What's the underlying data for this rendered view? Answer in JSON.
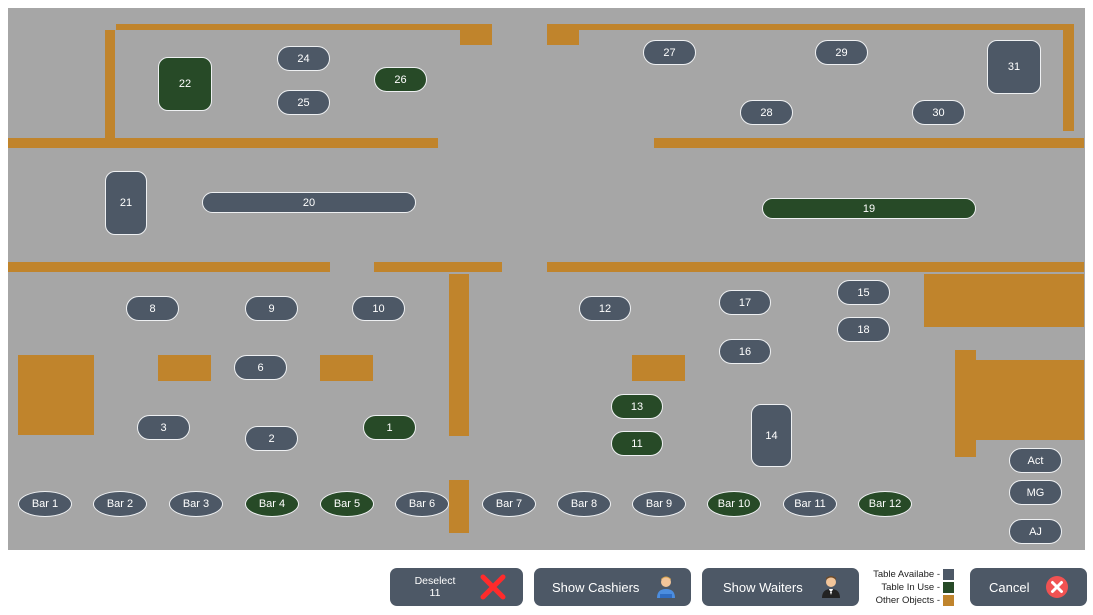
{
  "colors": {
    "floor": "#a6a6a6",
    "wall": "#c0842c",
    "table_available": "#4d5866",
    "table_in_use": "#274a27",
    "button": "#4d5866"
  },
  "tables": [
    {
      "label": "22",
      "status": "in_use"
    },
    {
      "label": "24",
      "status": "available"
    },
    {
      "label": "25",
      "status": "available"
    },
    {
      "label": "26",
      "status": "in_use"
    },
    {
      "label": "27",
      "status": "available"
    },
    {
      "label": "29",
      "status": "available"
    },
    {
      "label": "31",
      "status": "available"
    },
    {
      "label": "28",
      "status": "available"
    },
    {
      "label": "30",
      "status": "available"
    },
    {
      "label": "21",
      "status": "available"
    },
    {
      "label": "20",
      "status": "available"
    },
    {
      "label": "19",
      "status": "in_use"
    },
    {
      "label": "8",
      "status": "available"
    },
    {
      "label": "9",
      "status": "available"
    },
    {
      "label": "10",
      "status": "available"
    },
    {
      "label": "12",
      "status": "available"
    },
    {
      "label": "17",
      "status": "available"
    },
    {
      "label": "15",
      "status": "available"
    },
    {
      "label": "18",
      "status": "available"
    },
    {
      "label": "16",
      "status": "available"
    },
    {
      "label": "6",
      "status": "available"
    },
    {
      "label": "13",
      "status": "in_use"
    },
    {
      "label": "11",
      "status": "in_use"
    },
    {
      "label": "14",
      "status": "available"
    },
    {
      "label": "3",
      "status": "available"
    },
    {
      "label": "2",
      "status": "available"
    },
    {
      "label": "1",
      "status": "in_use"
    },
    {
      "label": "Act",
      "status": "available"
    },
    {
      "label": "MG",
      "status": "available"
    },
    {
      "label": "AJ",
      "status": "available"
    },
    {
      "label": "Bar 1",
      "status": "available"
    },
    {
      "label": "Bar 2",
      "status": "available"
    },
    {
      "label": "Bar 3",
      "status": "available"
    },
    {
      "label": "Bar 4",
      "status": "in_use"
    },
    {
      "label": "Bar 5",
      "status": "in_use"
    },
    {
      "label": "Bar 6",
      "status": "available"
    },
    {
      "label": "Bar 7",
      "status": "available"
    },
    {
      "label": "Bar 8",
      "status": "available"
    },
    {
      "label": "Bar 9",
      "status": "available"
    },
    {
      "label": "Bar 10",
      "status": "in_use"
    },
    {
      "label": "Bar 11",
      "status": "available"
    },
    {
      "label": "Bar 12",
      "status": "in_use"
    }
  ],
  "toolbar": {
    "deselect_label": "Deselect",
    "deselect_value": "11",
    "cashiers_label": "Show Cashiers",
    "waiters_label": "Show Waiters",
    "cancel_label": "Cancel"
  },
  "legend": {
    "available": "Table Availabe -",
    "in_use": "Table In Use -",
    "other": "Other Objects -"
  },
  "icons": {
    "deselect": "red-x-icon",
    "cashiers": "cashier-person-icon",
    "waiters": "waiter-person-icon",
    "cancel": "cancel-circle-icon"
  }
}
